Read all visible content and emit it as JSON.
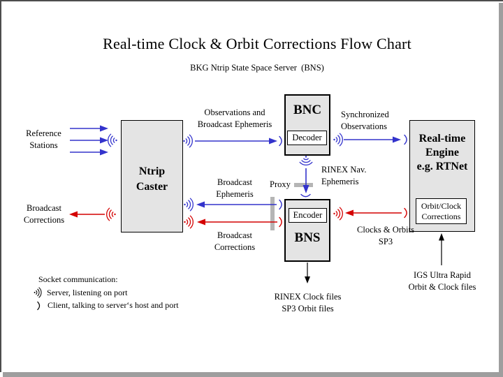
{
  "title": "Real-time Clock & Orbit Corrections Flow Chart",
  "subtitle": "BKG Ntrip State Space Server  (BNS)",
  "colors": {
    "blue": "#3333cc",
    "red": "#d40000",
    "black": "#000000",
    "box_fill": "#e4e4e4",
    "box_border": "#000000",
    "proxy_bar": "#b5b5b5",
    "page_bg": "#ffffff",
    "frame_dark": "#4d4d4d",
    "frame_light": "#9e9e9e"
  },
  "nodes": {
    "ntrip_caster": {
      "line1": "Ntrip",
      "line2": "Caster"
    },
    "bnc": {
      "title": "BNC",
      "module": "Decoder"
    },
    "bns": {
      "title": "BNS",
      "module": "Encoder"
    },
    "rt_engine": {
      "line1": "Real-time",
      "line2": "Engine",
      "line3": "e.g. RTNet",
      "module_line1": "Orbit/Clock",
      "module_line2": "Corrections"
    }
  },
  "labels": {
    "reference_stations": {
      "line1": "Reference",
      "line2": "Stations"
    },
    "broadcast_corrections_left": {
      "line1": "Broadcast",
      "line2": "Corrections"
    },
    "observations": {
      "line1": "Observations and",
      "line2": "Broadcast Ephemeris"
    },
    "synchronized_observations": {
      "line1": "Synchronized",
      "line2": "Observations"
    },
    "rinex_nav_ephemeris": {
      "line1": "RINEX Nav.",
      "line2": "Ephemeris"
    },
    "proxy": "Proxy",
    "broadcast_ephemeris": {
      "line1": "Broadcast",
      "line2": "Ephemeris"
    },
    "broadcast_corrections_mid": {
      "line1": "Broadcast",
      "line2": "Corrections"
    },
    "clocks_orbits": {
      "line1": "Clocks & Orbits",
      "line2": "SP3"
    },
    "bns_output_files": {
      "line1": "RINEX Clock files",
      "line2": "SP3 Orbit files"
    },
    "igs_input_files": {
      "line1": "IGS Ultra Rapid",
      "line2": "Orbit & Clock files"
    }
  },
  "legend": {
    "title": "Socket communication:",
    "server": "Server, listening on port",
    "client": "Client, talking to server‘s host and port"
  }
}
